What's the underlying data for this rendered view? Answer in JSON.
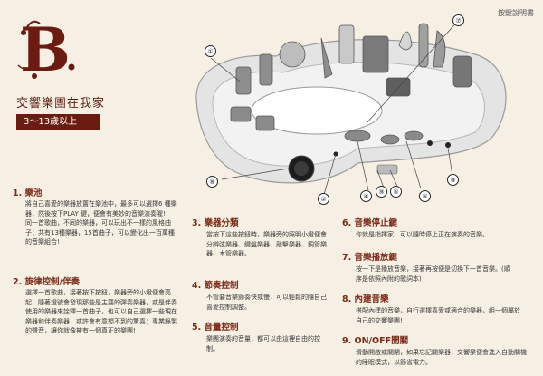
{
  "header": {
    "top_right_label": "按鍵說明書"
  },
  "brand": {
    "letter": "B"
  },
  "title": "交響樂團在我家",
  "age_badge": "3～13歲以上",
  "callouts": [
    "①",
    "②",
    "③",
    "④",
    "⑤",
    "⑥",
    "⑦",
    "⑧",
    "⑨"
  ],
  "sections": [
    {
      "title": "1. 樂池",
      "body": "將自己喜愛的樂器放置在樂池中，最多可以選擇6 種樂器，然後按下PLAY 鍵，便會有美妙的音樂演奏喔!!\n同一首歌曲，不同的樂器，可以玩出不一樣的風格曲子；共有13種樂器，15首曲子，可以變化出一百萬種的音樂組合!"
    },
    {
      "title": "2. 旋律控制/伴奏",
      "body": "選擇一首歌曲，接著按下按鈕，樂器旁的小燈便會亮起，隨著燈號會發現那些是主要的彈奏樂器，或是伴奏使用的樂器來詮釋一首曲子，也可以自己選擇一些現在樂器和伴奏樂器，或許會有意想不到的驚喜；專業錄製的聲音，讓你就像擁有一個真正的樂團!"
    },
    {
      "title": "3. 樂器分類",
      "body": "當按下這些按鈕時，樂器旁的照明小燈便會分辨弦樂器、鍵盤樂器、敲擊樂器、銅管樂器、木管樂器。"
    },
    {
      "title": "4. 節奏控制",
      "body": "不管要音樂節奏快或慢，可以輕鬆的隨自己喜愛控制調整。"
    },
    {
      "title": "5. 音量控制",
      "body": "樂團演奏的音量，都可以由這裡自由的控制。"
    },
    {
      "title": "6. 音樂停止鍵",
      "body": "你就是指揮家，可以隨時停止正在演奏的音樂。"
    },
    {
      "title": "7. 音樂播放鍵",
      "body": "按一下是播放音樂，接著再按便是切換下一首音樂。(順序是依照內附的歌詞本)"
    },
    {
      "title": "8. 內建音樂",
      "body": "搭配內建的音樂，自行選擇喜愛或適合的樂器，組一個屬於自己的交響樂團!"
    },
    {
      "title": "9. ON/OFF開關",
      "body": "滑動開啟或關閉，如果忘記關樂器，交響樂便會進入自動關機的睡眠模式，以節省電力。"
    }
  ]
}
